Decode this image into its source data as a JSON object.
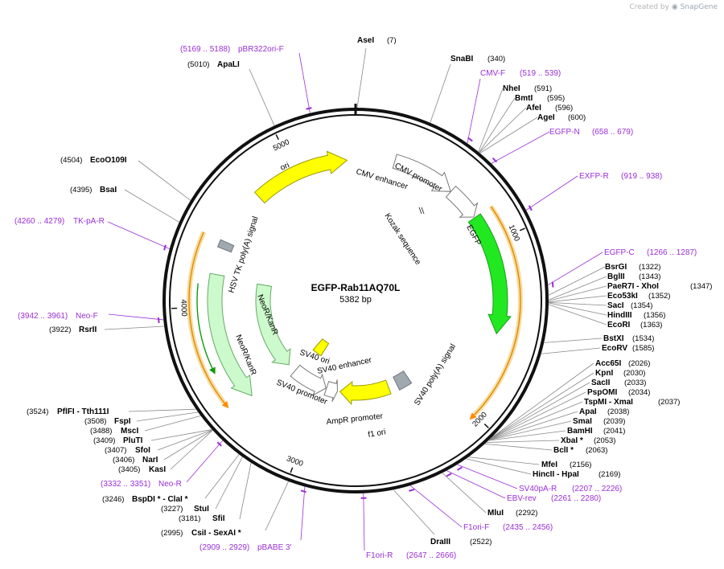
{
  "credit": {
    "prefix": "Created by",
    "brand": "SnapGene"
  },
  "plasmid": {
    "name": "EGFP-Rab11AQ70L",
    "size_label": "5382 bp",
    "length": 5382
  },
  "ticks": [
    {
      "pos": 1000,
      "label": "1000"
    },
    {
      "pos": 2000,
      "label": "2000"
    },
    {
      "pos": 3000,
      "label": "3000"
    },
    {
      "pos": 4000,
      "label": "4000"
    },
    {
      "pos": 5000,
      "label": "5000"
    }
  ],
  "features": [
    {
      "id": "cmv-enhancer",
      "label": "CMV enhancer",
      "start": 235,
      "end": 614,
      "color": "#ffffff",
      "stroke": "#777777",
      "r": 130
    },
    {
      "id": "cmv-promoter",
      "label": "CMV promoter",
      "start": 615,
      "end": 818,
      "color": "#ffffff",
      "stroke": "#777777",
      "r": 130
    },
    {
      "id": "egfp",
      "label": "EGFP",
      "start": 825,
      "end": 1544,
      "color": "#22e822",
      "stroke": "#1a9c1a",
      "r": 130
    },
    {
      "id": "sv40-polya",
      "label": "SV40 poly(A) signal",
      "start": 2180,
      "end": 2300,
      "color": "#a0a8b0",
      "stroke": "#707880",
      "r": 115
    },
    {
      "id": "f1-ori",
      "label": "f1 ori",
      "start": 2380,
      "end": 2836,
      "color": "#ffff00",
      "stroke": "#999900",
      "r": 115
    },
    {
      "id": "ampr-promoter",
      "label": "AmpR promoter",
      "start": 2860,
      "end": 2965,
      "color": "#ffffff",
      "stroke": "#777777",
      "r": 115
    },
    {
      "id": "sv40-promoter",
      "label": "SV40 promoter",
      "start": 2970,
      "end": 3300,
      "color": "#ffffff",
      "stroke": "#777777",
      "r": 115
    },
    {
      "id": "sv40-ori",
      "label": "SV40 ori",
      "start": 3170,
      "end": 3300,
      "color": "#ffff00",
      "stroke": "#999900",
      "r": 72
    },
    {
      "id": "neor-kanr-outer",
      "label": "NeoR/KanR",
      "start": 3400,
      "end": 4195,
      "color": "#ccfacc",
      "stroke": "#66aa66",
      "r": 175
    },
    {
      "id": "neor-kanr-inner",
      "label": "NeoR/KanR",
      "start": 3380,
      "end": 4180,
      "color": "#ccfacc",
      "stroke": "#66aa66",
      "r": 115
    },
    {
      "id": "hsv-tk-polya",
      "label": "HSV TK poly(A) signal",
      "start": 4355,
      "end": 4400,
      "color": "#a0a8b0",
      "stroke": "#707880",
      "r": 175
    },
    {
      "id": "ori",
      "label": "ori",
      "start": 4740,
      "end": 5330,
      "color": "#ffff00",
      "stroke": "#999900",
      "r": 175
    }
  ],
  "kozak": {
    "label": "Kozak sequence"
  },
  "enzymes": [
    {
      "name": "AseI",
      "pos_label": "(7)"
    },
    {
      "name": "SnaBI",
      "pos_label": "(340)"
    },
    {
      "name": "NheI",
      "pos_label": "(591)"
    },
    {
      "name": "BmtI",
      "pos_label": "(595)"
    },
    {
      "name": "AfeI",
      "pos_label": "(596)"
    },
    {
      "name": "AgeI",
      "pos_label": "(600)"
    },
    {
      "name": "BsrGI",
      "pos_label": "(1322)"
    },
    {
      "name": "BglII",
      "pos_label": "(1343)"
    },
    {
      "name": "PaeR7I - XhoI",
      "pos_label": "(1347)"
    },
    {
      "name": "Eco53kI",
      "pos_label": "(1352)"
    },
    {
      "name": "SacI",
      "pos_label": "(1354)"
    },
    {
      "name": "HindIII",
      "pos_label": "(1356)"
    },
    {
      "name": "EcoRI",
      "pos_label": "(1363)"
    },
    {
      "name": "BstXI",
      "pos_label": "(1534)"
    },
    {
      "name": "EcoRV",
      "pos_label": "(1585)"
    },
    {
      "name": "Acc65I",
      "pos_label": "(2026)"
    },
    {
      "name": "KpnI",
      "pos_label": "(2030)"
    },
    {
      "name": "SacII",
      "pos_label": "(2033)"
    },
    {
      "name": "PspOMI",
      "pos_label": "(2034)"
    },
    {
      "name": "TspMI - XmaI",
      "pos_label": "(2037)"
    },
    {
      "name": "ApaI",
      "pos_label": "(2038)"
    },
    {
      "name": "SmaI",
      "pos_label": "(2039)"
    },
    {
      "name": "BamHI",
      "pos_label": "(2041)"
    },
    {
      "name": "XbaI *",
      "pos_label": "(2053)"
    },
    {
      "name": "BclI *",
      "pos_label": "(2063)"
    },
    {
      "name": "MfeI",
      "pos_label": "(2156)"
    },
    {
      "name": "HincII - HpaI",
      "pos_label": "(2169)"
    },
    {
      "name": "MluI",
      "pos_label": "(2292)"
    },
    {
      "name": "DraIII",
      "pos_label": "(2522)"
    },
    {
      "name": "CsiI - SexAI *",
      "pos_label": "(2995)"
    },
    {
      "name": "SfiI",
      "pos_label": "(3181)"
    },
    {
      "name": "StuI",
      "pos_label": "(3227)"
    },
    {
      "name": "BspDI * - ClaI *",
      "pos_label": "(3246)"
    },
    {
      "name": "KasI",
      "pos_label": "(3405)"
    },
    {
      "name": "NarI",
      "pos_label": "(3406)"
    },
    {
      "name": "SfoI",
      "pos_label": "(3407)"
    },
    {
      "name": "PluTI",
      "pos_label": "(3409)"
    },
    {
      "name": "MscI",
      "pos_label": "(3488)"
    },
    {
      "name": "FspI",
      "pos_label": "(3508)"
    },
    {
      "name": "PflFI - Tth111I",
      "pos_label": "(3524)"
    },
    {
      "name": "RsrII",
      "pos_label": "(3922)"
    },
    {
      "name": "BsaI",
      "pos_label": "(4395)"
    },
    {
      "name": "EcoO109I",
      "pos_label": "(4504)"
    },
    {
      "name": "ApaLI",
      "pos_label": "(5010)"
    }
  ],
  "primers": [
    {
      "name": "pBR322ori-F",
      "range": "(5169 .. 5188)"
    },
    {
      "name": "CMV-F",
      "range": "(519 .. 539)"
    },
    {
      "name": "EGFP-N",
      "range": "(658 .. 679)"
    },
    {
      "name": "EXFP-R",
      "range": "(919 .. 938)"
    },
    {
      "name": "EGFP-C",
      "range": "(1266 .. 1287)"
    },
    {
      "name": "SV40pA-R",
      "range": "(2207 .. 2226)"
    },
    {
      "name": "EBV-rev",
      "range": "(2261 .. 2280)"
    },
    {
      "name": "F1ori-F",
      "range": "(2435 .. 2456)"
    },
    {
      "name": "F1ori-R",
      "range": "(2647 .. 2666)"
    },
    {
      "name": "pBABE 3'",
      "range": "(2909 .. 2929)"
    },
    {
      "name": "Neo-R",
      "range": "(3332 .. 3351)"
    },
    {
      "name": "Neo-F",
      "range": "(3942 .. 3961)"
    },
    {
      "name": "TK-pA-R",
      "range": "(4260 .. 4279)"
    }
  ]
}
